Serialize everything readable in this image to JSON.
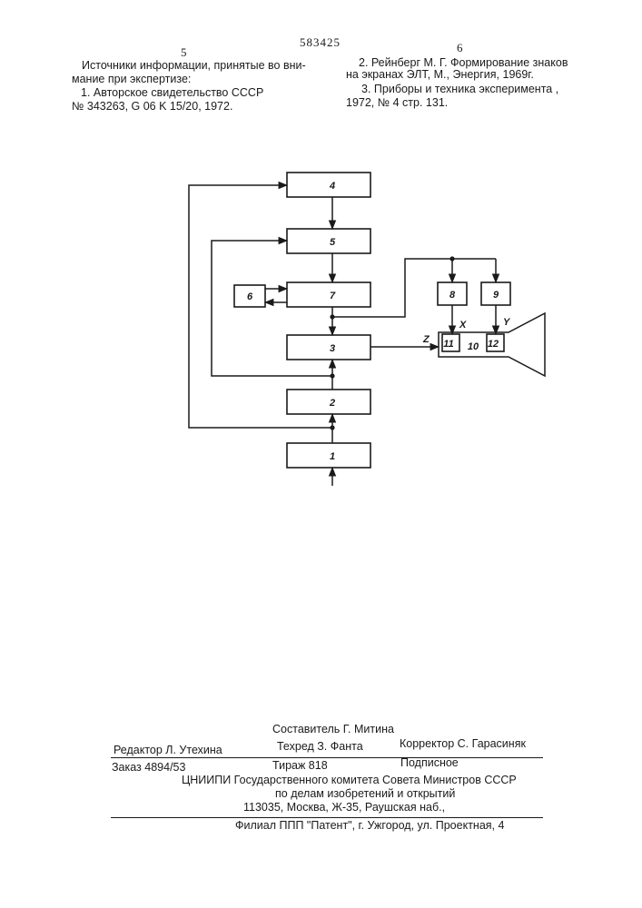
{
  "header": {
    "page_left": "5",
    "patent_no": "583425",
    "page_right": "6"
  },
  "references_left": {
    "title_line1": "Источники информации, принятые во вни-",
    "title_line2": "мание при экспертизе:",
    "ref1_line1": "1. Авторское свидетельство СССР",
    "ref1_line2": "№ 343263, G 06 K 15/20, 1972."
  },
  "references_right": {
    "ref2_line1": "2. Рейнберг М. Г. Формирование знаков",
    "ref2_line2": "на экранах ЭЛТ, М., Энергия, 1969г.",
    "ref3_line1": "3. Приборы и техника эксперимента ,",
    "ref3_line2": "1972, № 4 стр. 131."
  },
  "diagram": {
    "blocks": {
      "b1": "1",
      "b2": "2",
      "b3": "3",
      "b4": "4",
      "b5": "5",
      "b6": "6",
      "b7": "7",
      "b8": "8",
      "b9": "9",
      "b10": "10",
      "b11": "11",
      "b12": "12"
    },
    "signals": {
      "z": "Z",
      "x": "X",
      "y": "Y"
    }
  },
  "colophon": {
    "compiler": "Составитель Г. Митина",
    "editor": "Редактор Л. Утехина",
    "techred": "Техред З. Фанта",
    "corrector": "Корректор С. Гарасиняк",
    "order": "Заказ 4894/53",
    "circulation": "Тираж 818",
    "subscription": "Подписное",
    "org_line1": "ЦНИИПИ Государственного комитета Совета Министров СССР",
    "org_line2": "по делам изобретений и открытий",
    "address": "113035, Москва, Ж-35, Раушская наб.,",
    "branch": "Филиал ППП \"Патент\", г. Ужгород, ул. Проектная, 4"
  }
}
